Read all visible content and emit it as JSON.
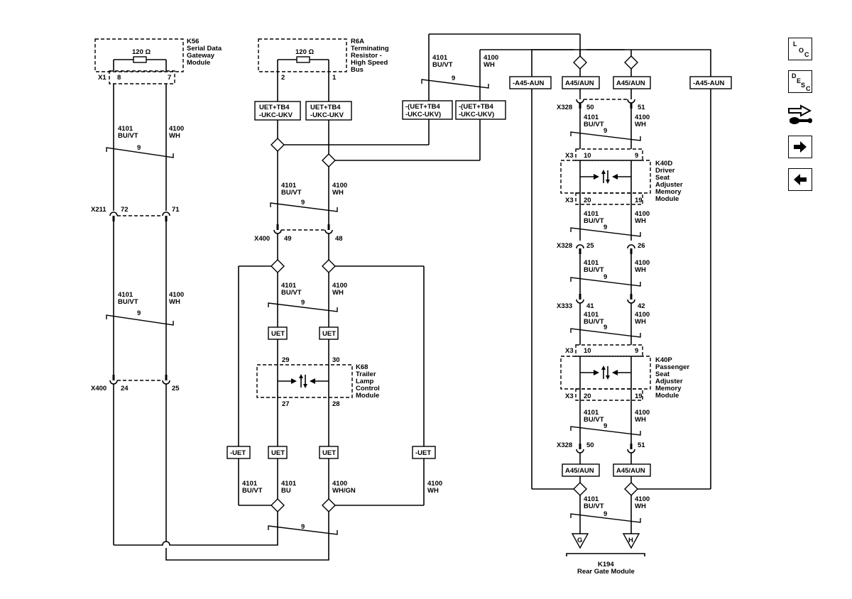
{
  "modules": {
    "k56": {
      "id": "K56",
      "line1": "Serial Data",
      "line2": "Gateway",
      "line3": "Module",
      "resistor": "120 Ω",
      "conn": "X1",
      "pinA": "8",
      "pinB": "7"
    },
    "r6a": {
      "id": "R6A",
      "line1": "Terminating",
      "line2": "Resistor -",
      "line3": "High Speed",
      "line4": "Bus",
      "resistor": "120 Ω",
      "pinA": "2",
      "pinB": "1"
    },
    "k68": {
      "id": "K68",
      "line1": "Trailer",
      "line2": "Lamp",
      "line3": "Control",
      "line4": "Module",
      "pin_top_a": "29",
      "pin_top_b": "30",
      "pin_bot_a": "27",
      "pin_bot_b": "28"
    },
    "k40d": {
      "id": "K40D",
      "line1": "Driver",
      "line2": "Seat",
      "line3": "Adjuster",
      "line4": "Memory",
      "line5": "Module",
      "conn": "X3",
      "pin_top_a": "10",
      "pin_top_b": "9",
      "pin_bot_a": "20",
      "pin_bot_b": "19"
    },
    "k40p": {
      "id": "K40P",
      "line1": "Passenger",
      "line2": "Seat",
      "line3": "Adjuster",
      "line4": "Memory",
      "line5": "Module",
      "conn": "X3",
      "pin_top_a": "10",
      "pin_top_b": "9",
      "pin_bot_a": "20",
      "pin_bot_b": "19"
    },
    "k194": {
      "id": "K194",
      "name": "Rear Gate Module",
      "pinA": "G",
      "pinB": "H"
    }
  },
  "connectors": {
    "x211": {
      "id": "X211",
      "pinA": "72",
      "pinB": "71"
    },
    "x400_left": {
      "id": "X400",
      "pinA": "24",
      "pinB": "25"
    },
    "x400_mid": {
      "id": "X400",
      "pinA": "49",
      "pinB": "48"
    },
    "x328_a": {
      "id": "X328",
      "pinA": "50",
      "pinB": "51"
    },
    "x328_b": {
      "id": "X328",
      "pinA": "25",
      "pinB": "26"
    },
    "x333": {
      "id": "X333",
      "pinA": "41",
      "pinB": "42"
    },
    "x328_c": {
      "id": "X328",
      "pinA": "50",
      "pinB": "51"
    }
  },
  "wires": {
    "bu_vt": {
      "circuit": "4101",
      "color": "BU/VT"
    },
    "wh": {
      "circuit": "4100",
      "color": "WH"
    },
    "bu": {
      "circuit": "4101",
      "color": "BU"
    },
    "wh_gn": {
      "circuit": "4100",
      "color": "WH/GN"
    },
    "twist": "9"
  },
  "options": {
    "uet_tb4_a": "UET+TB4",
    "ukc_ukv_a": "-UKC-UKV",
    "neg_uet_tb4": "-(UET+TB4",
    "neg_ukc_ukv": "-UKC-UKV)",
    "uet": "UET",
    "neg_uet": "-UET",
    "a45_aun": "A45/AUN",
    "neg_a45_aun": "-A45-AUN"
  },
  "nav": {
    "loc_l": "L",
    "loc_o": "O",
    "loc_c": "C",
    "desc_d": "D",
    "desc_e": "E",
    "desc_s": "S",
    "desc_c": "C"
  }
}
